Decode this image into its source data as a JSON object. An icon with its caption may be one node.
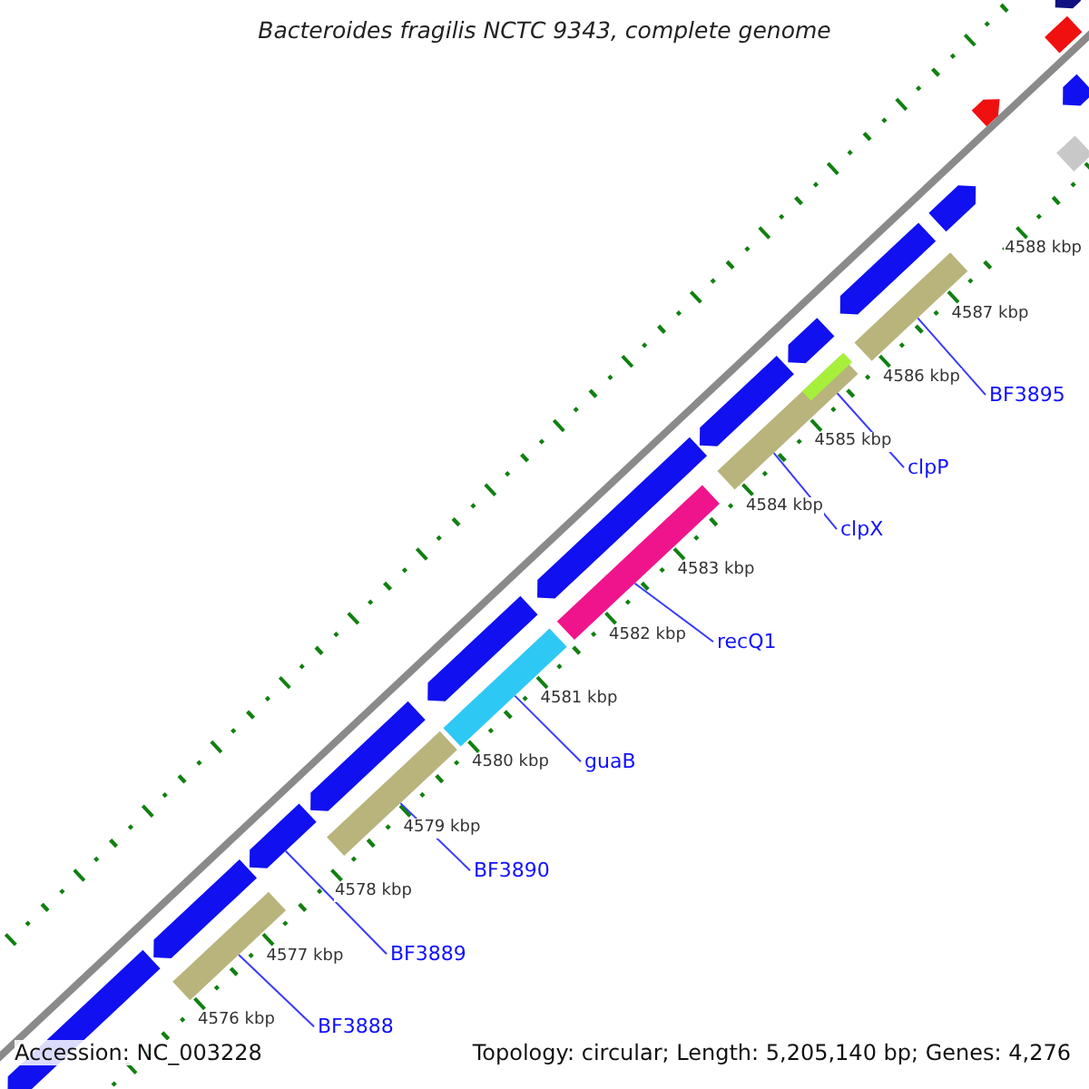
{
  "diagram": {
    "title": "Bacteroides fragilis NCTC 9343, complete genome",
    "nodes": [
      {
        "text": [],
        "shape": "arrow"
      },
      {
        "text": [],
        "shape": "bar"
      },
      {
        "text": [],
        "shape": "arrow"
      },
      {
        "text": [],
        "shape": "arrow"
      },
      {
        "text": [],
        "shape": "bar"
      },
      {
        "text": [],
        "shape": "arrow"
      },
      {
        "text": [],
        "shape": "bar"
      },
      {
        "text": [],
        "shape": "arrow"
      },
      {
        "text": [],
        "shape": "bar"
      },
      {
        "text": [],
        "shape": "arrow"
      },
      {
        "text": [],
        "shape": "bar"
      },
      {
        "text": [],
        "shape": "arrow"
      },
      {
        "text": [],
        "shape": "bar",
        "in": 10
      },
      {
        "text": [],
        "shape": "arrow"
      },
      {
        "text": [],
        "shape": "bar"
      },
      {
        "text": [],
        "shape": "arrow"
      },
      {
        "text": [],
        "shape": "arrow"
      },
      {
        "text": [],
        "shape": "arrow"
      },
      {
        "text": [],
        "shape": "arrow"
      },
      {
        "text": [],
        "shape": "bar"
      },
      {
        "text": [],
        "shape": "bar"
      },
      {
        "text": [],
        "shape": "arrow"
      },
      {
        "text": [
          "BF3888"
        ]
      },
      {
        "text": [
          "BF3889"
        ]
      },
      {
        "text": [
          "BF3890"
        ]
      },
      {
        "text": [
          "guaB"
        ]
      },
      {
        "text": [
          "recQ1"
        ]
      },
      {
        "text": [
          "clpX"
        ]
      },
      {
        "text": [
          "clpP"
        ]
      },
      {
        "text": [
          "BF3895"
        ]
      }
    ],
    "edges": [
      {
        "from": 22,
        "to": 1,
        "arrow": "none"
      },
      {
        "from": 23,
        "to": 3,
        "arrow": "none"
      },
      {
        "from": 24,
        "to": 4,
        "arrow": "none"
      },
      {
        "from": 25,
        "to": 6,
        "arrow": "none"
      },
      {
        "from": 26,
        "to": 8,
        "arrow": "none"
      },
      {
        "from": 27,
        "to": 10,
        "arrow": "none"
      },
      {
        "from": 28,
        "to": 12,
        "arrow": "none"
      },
      {
        "from": 29,
        "to": 14,
        "arrow": "none"
      }
    ],
    "labels": [
      "4588 kbp",
      "4587 kbp",
      "4586 kbp",
      "4585 kbp",
      "4584 kbp",
      "4583 kbp",
      "4582 kbp",
      "4581 kbp",
      "4580 kbp",
      "4579 kbp",
      "4578 kbp",
      "4577 kbp",
      "4576 kbp",
      "Accession: NC_003228",
      "Topology: circular; Length: 5,205,140 bp; Genes: 4,276"
    ]
  }
}
